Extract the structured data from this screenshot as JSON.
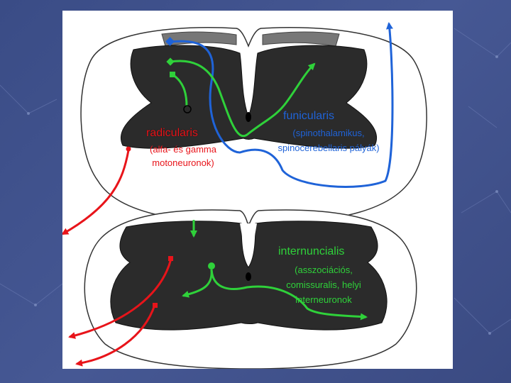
{
  "labels": {
    "radicularis": {
      "title": "radicularis",
      "sub_line1": "(alfa- és gamma",
      "sub_line2": "motoneuronok)"
    },
    "funicularis": {
      "title": "funicularis",
      "sub_line1": "(spinothalamikus,",
      "sub_line2": "spinocerebellaris pályák)"
    },
    "internuncialis": {
      "title": "internuncialis",
      "sub_line1": "(asszociációs,",
      "sub_line2": "comissuralis, helyi",
      "sub_line3": "interneuronok"
    }
  },
  "colors": {
    "radicularis": "#e8141a",
    "funicularis": "#1f63d8",
    "internuncialis": "#2fd13a",
    "grey_matter": "#2b2b2b",
    "white_matter": "#ffffff",
    "background": "#3d4f86"
  }
}
